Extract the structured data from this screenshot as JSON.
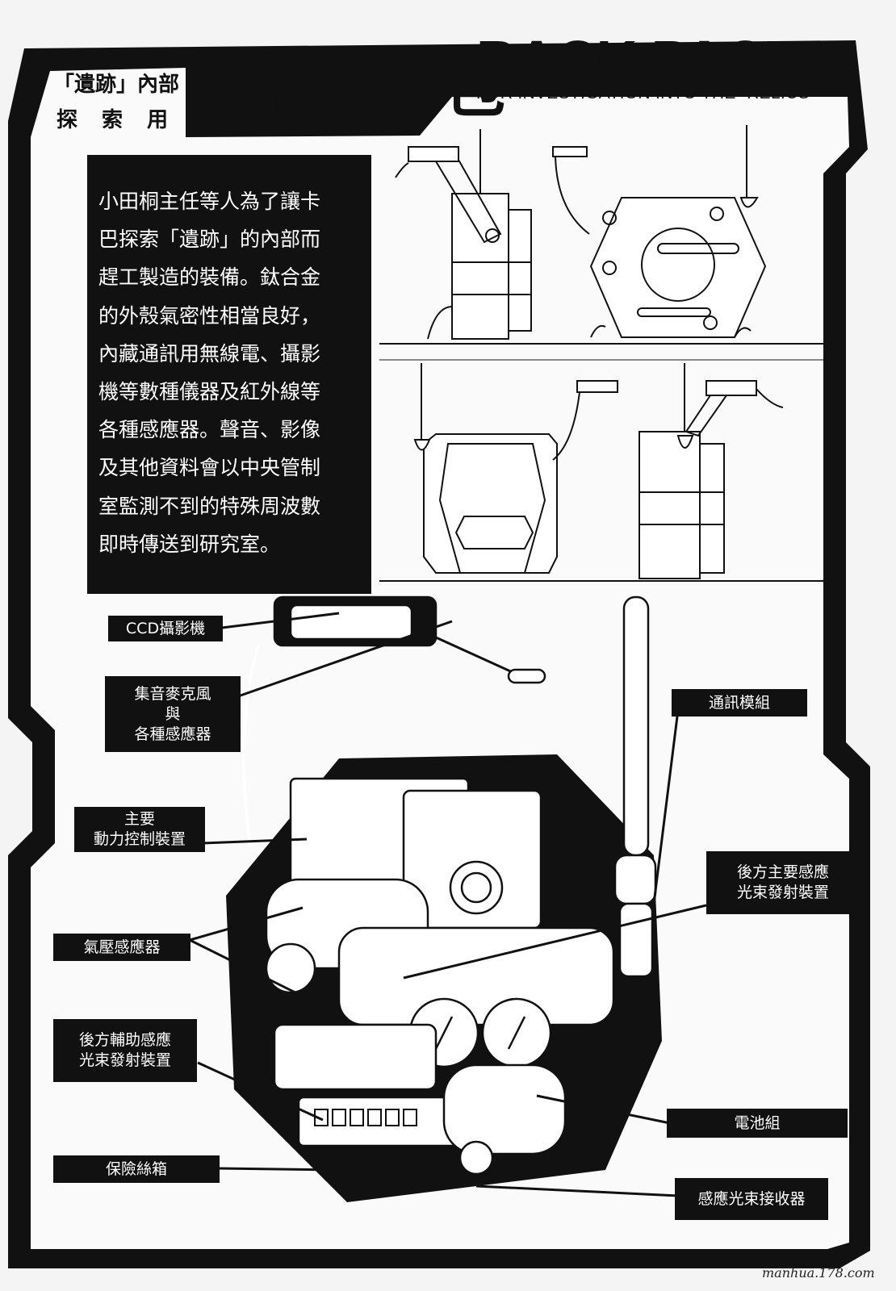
{
  "header": {
    "sub_line1": "「遺跡」內部",
    "sub_line2": "探　索　用",
    "title": "後揹式背包",
    "title_en": "BACK PACK",
    "subtitle_en": "FOR INVESTIGATION INTO THE ”RELICS”"
  },
  "description": "小田桐主任等人為了讓卡\n巴探索「遺跡」的內部而\n趕工製造的裝備。鈦合金\n的外殼氣密性相當良好，\n內藏通訊用無線電、攝影\n機等數種儀器及紅外線等\n各種感應器。聲音、影像\n及其他資料會以中央管制\n室監測不到的特殊周波數\n即時傳送到研究室。",
  "labels": {
    "ccd_camera": "CCD攝影機",
    "microphone": "集音麥克風\n與\n各種感應器",
    "main_power": "主要\n動力控制裝置",
    "air_pressure": "氣壓感應器",
    "rear_aux": "後方輔助感應\n光束發射裝置",
    "fuse_box": "保險絲箱",
    "comm_module": "通訊模組",
    "rear_main": "後方主要感應\n光束發射裝置",
    "battery": "電池組",
    "receiver": "感應光束接收器"
  },
  "watermark": "manhua.178.com"
}
